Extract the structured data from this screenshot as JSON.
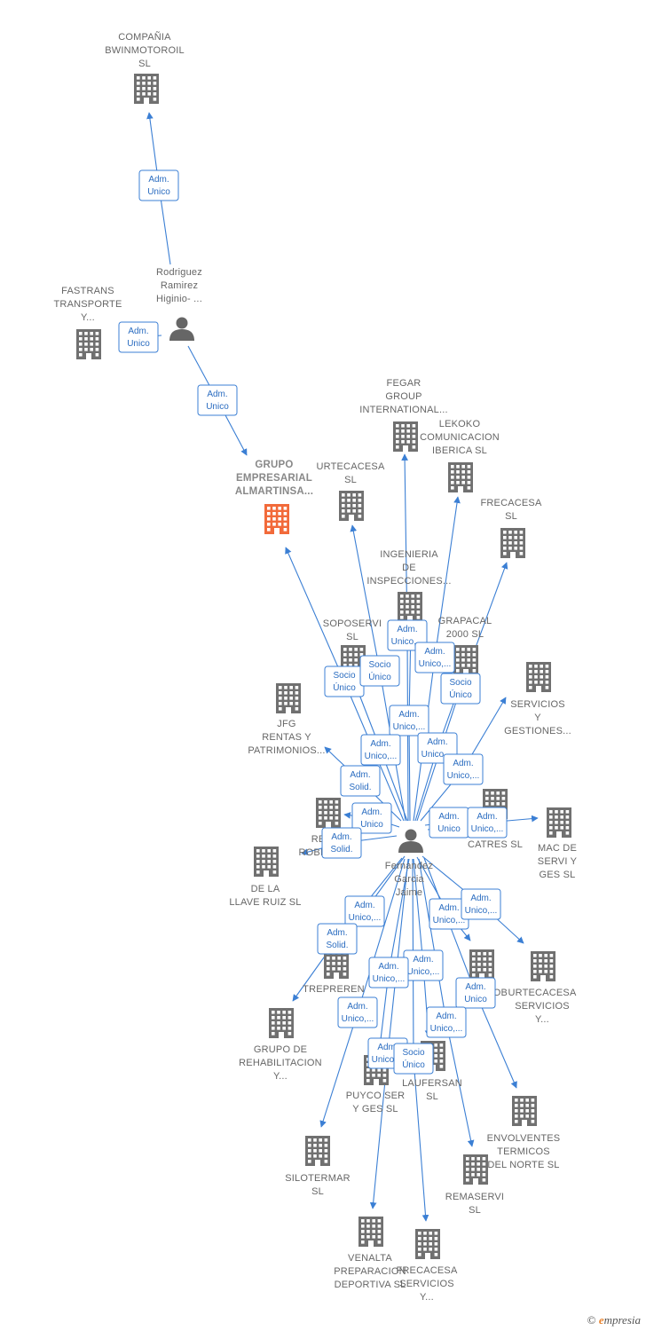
{
  "colors": {
    "edge": "#3b7fd4",
    "company": "#707070",
    "main": "#f26a3a",
    "person": "#666666"
  },
  "nodes": [
    {
      "id": "bwinmotoroil",
      "type": "company",
      "lines": [
        "COMPAÑIA",
        "BWINMOTOROIL",
        "SL"
      ]
    },
    {
      "id": "rodriguez",
      "type": "person",
      "lines": [
        "Rodriguez",
        "Ramirez",
        "Higinio- ..."
      ]
    },
    {
      "id": "fastrans",
      "type": "company",
      "lines": [
        "FASTRANS",
        "TRANSPORTE",
        "Y..."
      ]
    },
    {
      "id": "grupo_almartinsa",
      "type": "main",
      "lines": [
        "GRUPO",
        "EMPRESARIAL",
        "ALMARTINSA..."
      ]
    },
    {
      "id": "fegar",
      "type": "company",
      "lines": [
        "FEGAR",
        "GROUP",
        "INTERNATIONAL..."
      ]
    },
    {
      "id": "lekoko",
      "type": "company",
      "lines": [
        "LEKOKO",
        "COMUNICACION",
        "IBERICA  SL"
      ]
    },
    {
      "id": "urtecacesa",
      "type": "company",
      "lines": [
        "URTECACESA",
        "SL"
      ]
    },
    {
      "id": "frecacesa",
      "type": "company",
      "lines": [
        "FRECACESA",
        "SL"
      ]
    },
    {
      "id": "ingenieria",
      "type": "company",
      "lines": [
        "INGENIERIA",
        "DE",
        "INSPECCIONES..."
      ]
    },
    {
      "id": "soposervi",
      "type": "company",
      "lines": [
        "SOPOSERVI",
        "SL"
      ]
    },
    {
      "id": "grapacal",
      "type": "company",
      "lines": [
        "GRAPACAL",
        "2000  SL"
      ]
    },
    {
      "id": "servicios_gestiones",
      "type": "company",
      "lines": [
        "SERVICIOS",
        "Y",
        "GESTIONES..."
      ]
    },
    {
      "id": "jfg",
      "type": "company",
      "lines": [
        "JFG",
        "RENTAS Y",
        "PATRIMONIOS..."
      ]
    },
    {
      "id": "residencial",
      "type": "company",
      "lines": [
        "RESID",
        "ROBLES  SL"
      ]
    },
    {
      "id": "catres",
      "type": "company",
      "lines": [
        "IAL",
        "CATRES SL"
      ]
    },
    {
      "id": "mac_servi",
      "type": "company",
      "lines": [
        "MAC DE",
        "SERVI Y",
        "GES  SL"
      ]
    },
    {
      "id": "fernandez",
      "type": "person",
      "lines": [
        "Fernandez",
        "Garcia",
        "Jaime"
      ]
    },
    {
      "id": "llave_ruiz",
      "type": "company",
      "lines": [
        "DE LA",
        "LLAVE RUIZ SL"
      ]
    },
    {
      "id": "trepreren",
      "type": "company",
      "lines": [
        "TREPREREN"
      ]
    },
    {
      "id": "ca_mob",
      "type": "company",
      "lines": [
        "CA     MOB"
      ]
    },
    {
      "id": "urtecacesa_servicios",
      "type": "company",
      "lines": [
        "URTECACESA",
        "SERVICIOS",
        "Y..."
      ]
    },
    {
      "id": "grupo_rehab",
      "type": "company",
      "lines": [
        "GRUPO DE",
        "REHABILITACION",
        "Y..."
      ]
    },
    {
      "id": "laufersan",
      "type": "company",
      "lines": [
        "LAUFERSAN",
        "SL"
      ]
    },
    {
      "id": "puyco",
      "type": "company",
      "lines": [
        "PUYCO SER",
        "Y GES  SL"
      ]
    },
    {
      "id": "envolventes",
      "type": "company",
      "lines": [
        "ENVOLVENTES",
        "TERMICOS",
        "DEL NORTE SL"
      ]
    },
    {
      "id": "silotermar",
      "type": "company",
      "lines": [
        "SILOTERMAR",
        "SL"
      ]
    },
    {
      "id": "remaservi",
      "type": "company",
      "lines": [
        "REMASERVI",
        "SL"
      ]
    },
    {
      "id": "venalta",
      "type": "company",
      "lines": [
        "VENALTA",
        "PREPARACION",
        "DEPORTIVA  SL"
      ]
    },
    {
      "id": "frecacesa_servicios",
      "type": "company",
      "lines": [
        "FRECACESA",
        "SERVICIOS",
        "Y..."
      ]
    }
  ],
  "edges": [
    {
      "from": "rodriguez",
      "to": "bwinmotoroil",
      "label": [
        "Adm.",
        "Unico"
      ]
    },
    {
      "from": "rodriguez",
      "to": "fastrans",
      "label": [
        "Adm.",
        "Unico"
      ]
    },
    {
      "from": "rodriguez",
      "to": "grupo_almartinsa",
      "label": [
        "Adm.",
        "Unico"
      ]
    },
    {
      "from": "fernandez",
      "to": "grupo_almartinsa",
      "label": [
        "Socio",
        "Único"
      ]
    },
    {
      "from": "fernandez",
      "to": "urtecacesa",
      "label": [
        "Socio",
        "Único"
      ]
    },
    {
      "from": "fernandez",
      "to": "fegar",
      "label": [
        "Adm.",
        "Unico,..."
      ]
    },
    {
      "from": "fernandez",
      "to": "lekoko",
      "label": [
        "Adm.",
        "Unico,..."
      ]
    },
    {
      "from": "fernandez",
      "to": "frecacesa",
      "label": [
        "Socio",
        "Único"
      ]
    },
    {
      "from": "fernandez",
      "to": "ingenieria",
      "label": [
        "Adm.",
        "Unico,..."
      ]
    },
    {
      "from": "fernandez",
      "to": "soposervi",
      "label": [
        "Adm.",
        "Unico,..."
      ]
    },
    {
      "from": "fernandez",
      "to": "grapacal",
      "label": [
        "Adm.",
        "Unico,..."
      ]
    },
    {
      "from": "fernandez",
      "to": "servicios_gestiones",
      "label": [
        "Adm.",
        "Unico,..."
      ]
    },
    {
      "from": "fernandez",
      "to": "jfg",
      "label": [
        "Adm.",
        "Solid."
      ]
    },
    {
      "from": "fernandez",
      "to": "residencial",
      "label": [
        "Adm.",
        "Unico"
      ]
    },
    {
      "from": "fernandez",
      "to": "llave_ruiz",
      "label": [
        "Adm.",
        "Solid."
      ]
    },
    {
      "from": "fernandez",
      "to": "catres",
      "label": [
        "Adm.",
        "Unico"
      ]
    },
    {
      "from": "fernandez",
      "to": "mac_servi",
      "label": [
        "Adm.",
        "Unico,..."
      ]
    },
    {
      "from": "fernandez",
      "to": "trepreren",
      "label": [
        "Adm.",
        "Unico,..."
      ]
    },
    {
      "from": "fernandez",
      "to": "grupo_rehab",
      "label": [
        "Adm.",
        "Solid."
      ]
    },
    {
      "from": "fernandez",
      "to": "ca_mob",
      "label": [
        "Adm.",
        "Unico,..."
      ]
    },
    {
      "from": "fernandez",
      "to": "urtecacesa_servicios",
      "label": [
        "Adm.",
        "Unico,..."
      ]
    },
    {
      "from": "fernandez",
      "to": "laufersan",
      "label": [
        "Adm.",
        "Unico,..."
      ]
    },
    {
      "from": "fernandez",
      "to": "puyco",
      "label": [
        "Adm.",
        "Unico,..."
      ]
    },
    {
      "from": "fernandez",
      "to": "envolventes",
      "label": [
        "Adm.",
        "Unico"
      ]
    },
    {
      "from": "fernandez",
      "to": "silotermar",
      "label": [
        "Adm.",
        "Unico,..."
      ]
    },
    {
      "from": "fernandez",
      "to": "remaservi",
      "label": [
        "Adm.",
        "Unico,..."
      ]
    },
    {
      "from": "fernandez",
      "to": "venalta",
      "label": [
        "Adm.",
        "Unico,..."
      ]
    },
    {
      "from": "fernandez",
      "to": "frecacesa_servicios",
      "label": [
        "Socio",
        "Único"
      ]
    }
  ],
  "brand": {
    "copyright": "©",
    "e": "e",
    "rest": "mpresia"
  }
}
